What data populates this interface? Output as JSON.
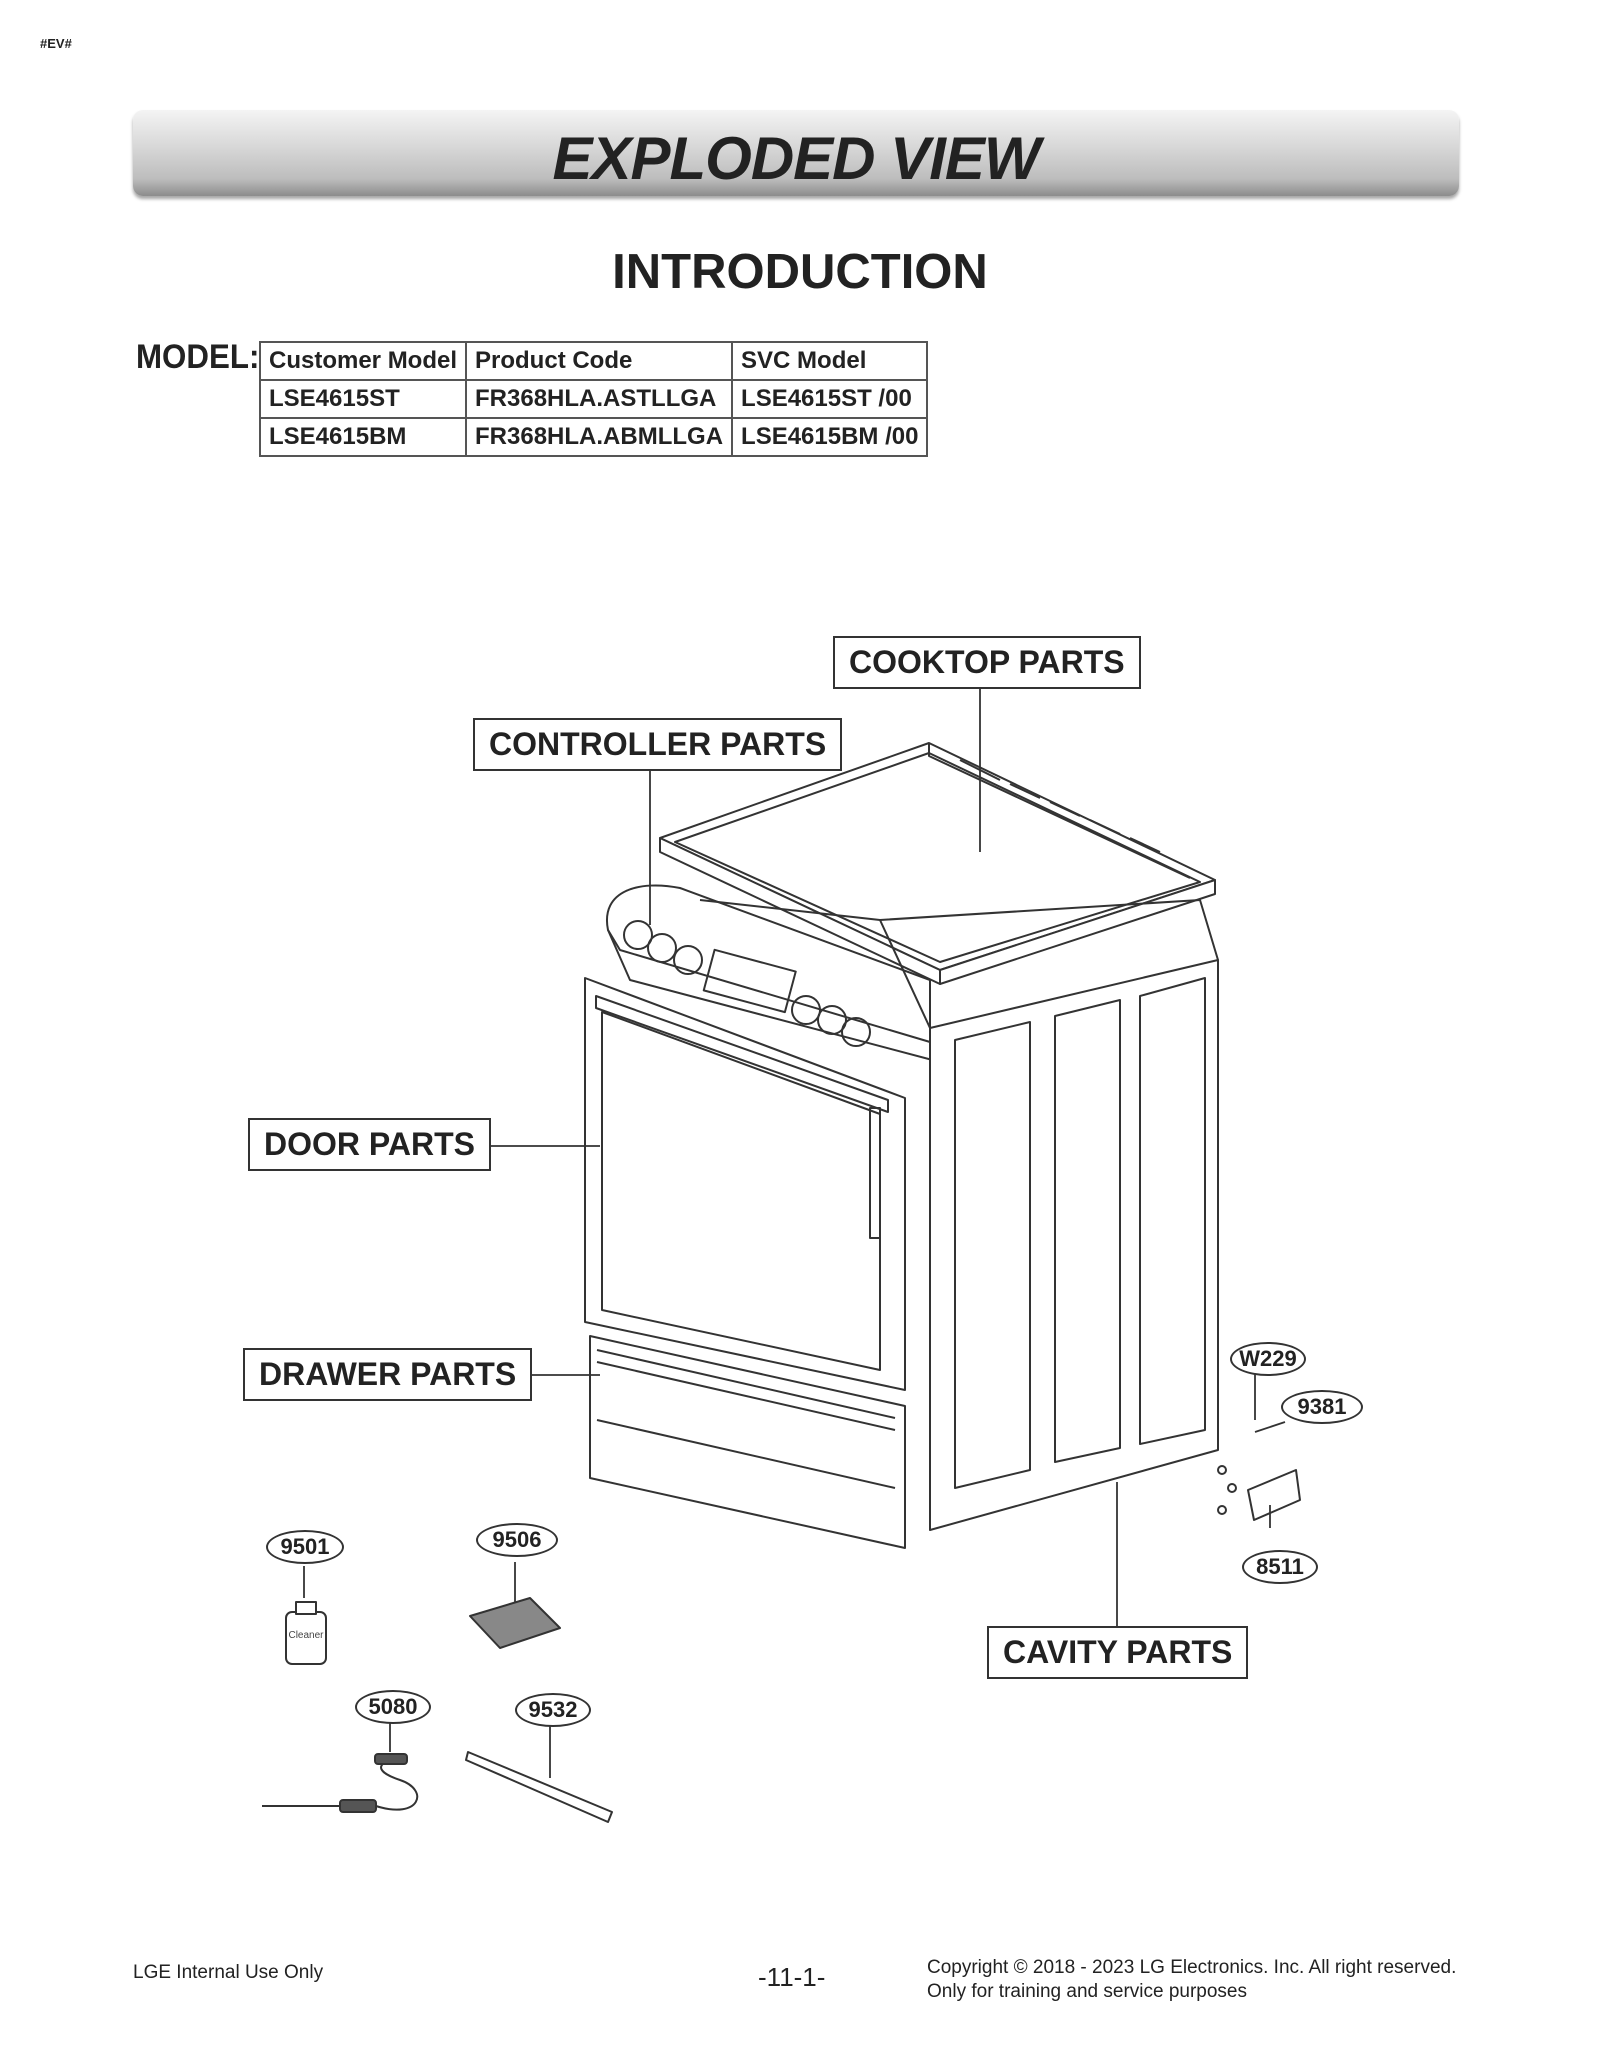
{
  "header": {
    "tag": "#EV#",
    "banner_title": "EXPLODED VIEW"
  },
  "section_title": "INTRODUCTION",
  "model": {
    "label": "MODEL:",
    "columns": [
      "Customer Model",
      "Product Code",
      "SVC Model"
    ],
    "rows": [
      [
        "LSE4615ST",
        "FR368HLA.ASTLLGA",
        "LSE4615ST /00"
      ],
      [
        "LSE4615BM",
        "FR368HLA.ABMLLGA",
        "LSE4615BM /00"
      ]
    ]
  },
  "diagram": {
    "group_labels": {
      "cooktop": "COOKTOP PARTS",
      "controller": "CONTROLLER PARTS",
      "door": "DOOR PARTS",
      "drawer": "DRAWER PARTS",
      "cavity": "CAVITY PARTS"
    },
    "part_numbers": {
      "w229": "W229",
      "p9381": "9381",
      "p8511": "8511",
      "p9501": "9501",
      "p9506": "9506",
      "p5080": "5080",
      "p9532": "9532"
    },
    "bottle_text": "Cleaner"
  },
  "footer": {
    "left": "LGE Internal Use Only",
    "page": "-11-1-",
    "copyright_line1": "Copyright © 2018 - 2023 LG Electronics. Inc. All right reserved.",
    "copyright_line2": "Only for training and service purposes"
  }
}
